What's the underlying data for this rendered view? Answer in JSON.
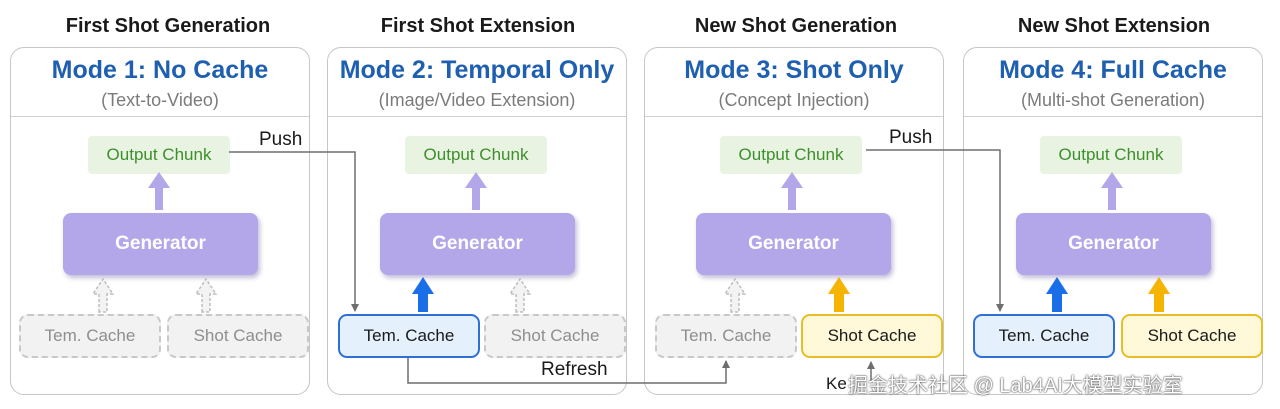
{
  "columns": [
    {
      "header": "First Shot Generation",
      "mode_title": "Mode 1: No Cache",
      "mode_sub": "(Text-to-Video)",
      "output": "Output Chunk",
      "generator": "Generator",
      "tem_cache": "Tem. Cache",
      "shot_cache": "Shot Cache"
    },
    {
      "header": "First Shot Extension",
      "mode_title": "Mode 2: Temporal Only",
      "mode_sub": "(Image/Video Extension)",
      "output": "Output Chunk",
      "generator": "Generator",
      "tem_cache": "Tem. Cache",
      "shot_cache": "Shot Cache"
    },
    {
      "header": "New Shot Generation",
      "mode_title": "Mode 3: Shot Only",
      "mode_sub": "(Concept Injection)",
      "output": "Output Chunk",
      "generator": "Generator",
      "tem_cache": "Tem. Cache",
      "shot_cache": "Shot Cache"
    },
    {
      "header": "New Shot Extension",
      "mode_title": "Mode 4: Full Cache",
      "mode_sub": "(Multi-shot Generation)",
      "output": "Output Chunk",
      "generator": "Generator",
      "tem_cache": "Tem. Cache",
      "shot_cache": "Shot Cache"
    }
  ],
  "labels": {
    "push_1": "Push",
    "push_2": "Push",
    "refresh": "Refresh",
    "key_partial": "Ke"
  },
  "watermark": "掘金技术社区 @ Lab4AI大模型实验室",
  "colors": {
    "mode_title": "#1f5fb0",
    "generator": "#b3a6e9",
    "output_bg": "#e8f4e1",
    "output_text": "#3e8e2d",
    "tem_active": "#2f6fd6",
    "shot_active": "#e8bd26",
    "arrow_purple": "#b3a6e9",
    "arrow_blue": "#1a6fe8",
    "arrow_gold": "#f4b400",
    "line_gray": "#6e6e6e"
  }
}
